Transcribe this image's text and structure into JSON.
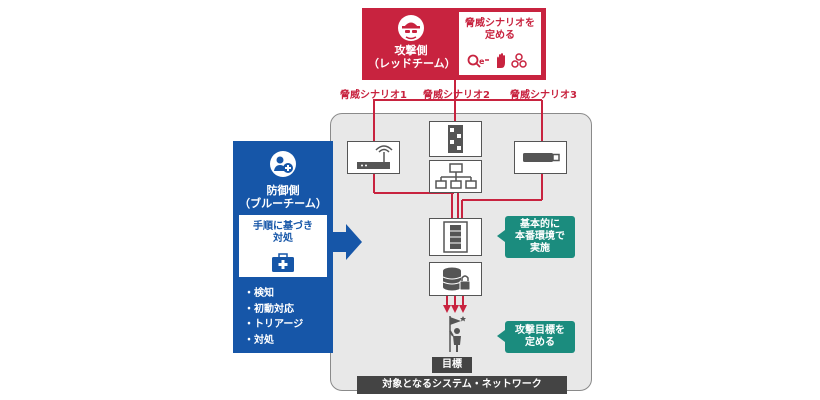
{
  "red_team": {
    "label_line1": "攻撃側",
    "label_line2": "（レッドチーム）",
    "sub_line1": "脅威シナリオを",
    "sub_line2": "定める"
  },
  "scenarios": [
    "脅威シナリオ1",
    "脅威シナリオ2",
    "脅威シナリオ3"
  ],
  "blue_team": {
    "label_line1": "防御側",
    "label_line2": "（ブルーチーム）",
    "sub_line1": "手順に基づき",
    "sub_line2": "対処",
    "actions": [
      "・検知",
      "・初動対応",
      "・トリアージ",
      "・対処"
    ]
  },
  "callouts": {
    "production_line1": "基本的に",
    "production_line2": "本番環境で",
    "production_line3": "実施",
    "goal_line1": "攻撃目標を",
    "goal_line2": "定める"
  },
  "goal_label": "目標",
  "system_caption": "対象となるシステム・ネットワーク",
  "colors": {
    "red": "#c8233f",
    "blue": "#1656a8",
    "green": "#1b8c7e",
    "dark": "#444444",
    "panel": "#e8e8e8"
  },
  "icons": [
    "hacker-icon",
    "user-shield-icon",
    "medical-kit-icon",
    "wifi-router-icon",
    "firewall-icon",
    "network-hub-icon",
    "usb-device-icon",
    "server-icon",
    "database-lock-icon",
    "goal-flag-person-icon",
    "arrow-right-icon"
  ]
}
